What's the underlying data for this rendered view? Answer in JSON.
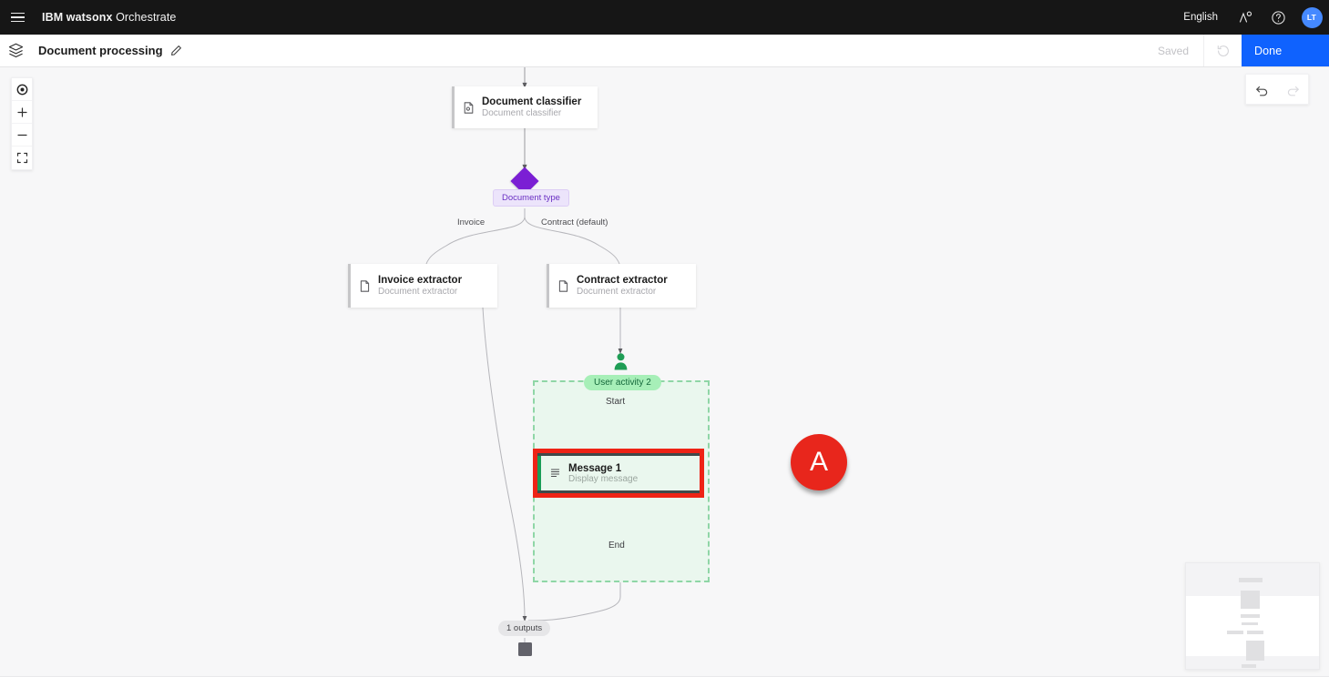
{
  "topbar": {
    "menu_icon": "hamburger-menu-icon",
    "brand_bold": "IBM watsonx",
    "brand_light": " Orchestrate",
    "language": "English",
    "translate_icon": "translate-icon",
    "help_icon": "help-circle-icon",
    "avatar_initials": "LT"
  },
  "subbar": {
    "stack_icon": "layers-icon",
    "title": "Document processing",
    "edit_icon": "pencil-edit-icon",
    "saved_status": "Saved",
    "history_icon": "history-reset-icon",
    "done_label": "Done"
  },
  "toolbar": {
    "items": [
      {
        "name": "center-view-icon",
        "glyph": "◉"
      },
      {
        "name": "zoom-in-icon",
        "glyph": "+"
      },
      {
        "name": "zoom-out-icon",
        "glyph": "–"
      },
      {
        "name": "fit-to-screen-icon",
        "glyph": "⛶"
      }
    ]
  },
  "history_controls": {
    "undo_icon": "undo-arrow-icon",
    "redo_icon": "redo-arrow-icon"
  },
  "flow": {
    "nodes": [
      {
        "id": "classifier",
        "title": "Document classifier",
        "subtitle": "Document classifier",
        "icon": "document-classifier-icon"
      },
      {
        "id": "invoice",
        "title": "Invoice extractor",
        "subtitle": "Document extractor",
        "icon": "document-extractor-icon"
      },
      {
        "id": "contract",
        "title": "Contract extractor",
        "subtitle": "Document extractor",
        "icon": "document-extractor-icon"
      },
      {
        "id": "message1",
        "title": "Message 1",
        "subtitle": "Display message",
        "icon": "display-message-icon"
      }
    ],
    "decision": {
      "label": "Document type",
      "icon": "decision-diamond-icon",
      "branches": [
        "Invoice",
        "Contract (default)"
      ]
    },
    "user_activity": {
      "label": "User activity 2",
      "icon": "user-activity-person-icon",
      "start_label": "Start",
      "end_label": "End"
    },
    "outputs": {
      "label": "1 outputs",
      "terminator_icon": "flow-end-square-icon"
    }
  },
  "annotation": {
    "marker_letter": "A",
    "highlight_target": "message1"
  },
  "minimap": {
    "name": "canvas-minimap"
  },
  "colors": {
    "topbar_bg": "#161616",
    "accent_blue": "#0f62fe",
    "decision_purple": "#7b1fd4",
    "activity_green": "#a7efb8",
    "annotation_red": "#e8261c"
  }
}
